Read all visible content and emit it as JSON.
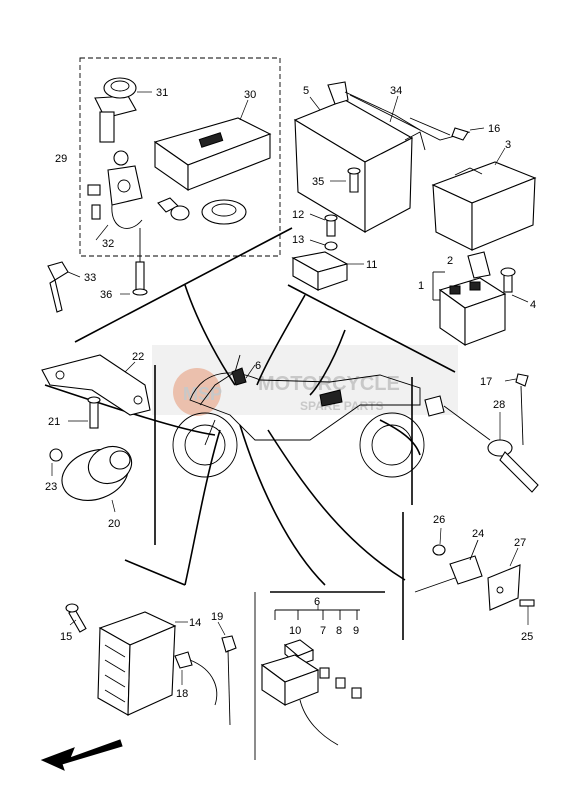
{
  "callouts": {
    "c1": "1",
    "c2": "2",
    "c3": "3",
    "c4": "4",
    "c5": "5",
    "c6": "6",
    "c6b": "6",
    "c7": "7",
    "c8": "8",
    "c9": "9",
    "c10": "10",
    "c11": "11",
    "c12": "12",
    "c13": "13",
    "c14": "14",
    "c15": "15",
    "c16": "16",
    "c17": "17",
    "c18": "18",
    "c19": "19",
    "c20": "20",
    "c21": "21",
    "c22": "22",
    "c23": "23",
    "c24": "24",
    "c25": "25",
    "c26": "26",
    "c27": "27",
    "c28": "28",
    "c29": "29",
    "c30": "30",
    "c31": "31",
    "c32": "32",
    "c33": "33",
    "c34": "34",
    "c35": "35",
    "c36": "36"
  },
  "watermark": {
    "line1": "MOTORCYCLE",
    "line2": "SPARE PARTS",
    "logo": "MSP"
  },
  "colors": {
    "ink": "#000000",
    "background": "#ffffff",
    "watermark": "#c8c8c8",
    "watermark_logo": "#e8a080"
  },
  "icons": {
    "direction": "arrow-left-down-icon"
  }
}
